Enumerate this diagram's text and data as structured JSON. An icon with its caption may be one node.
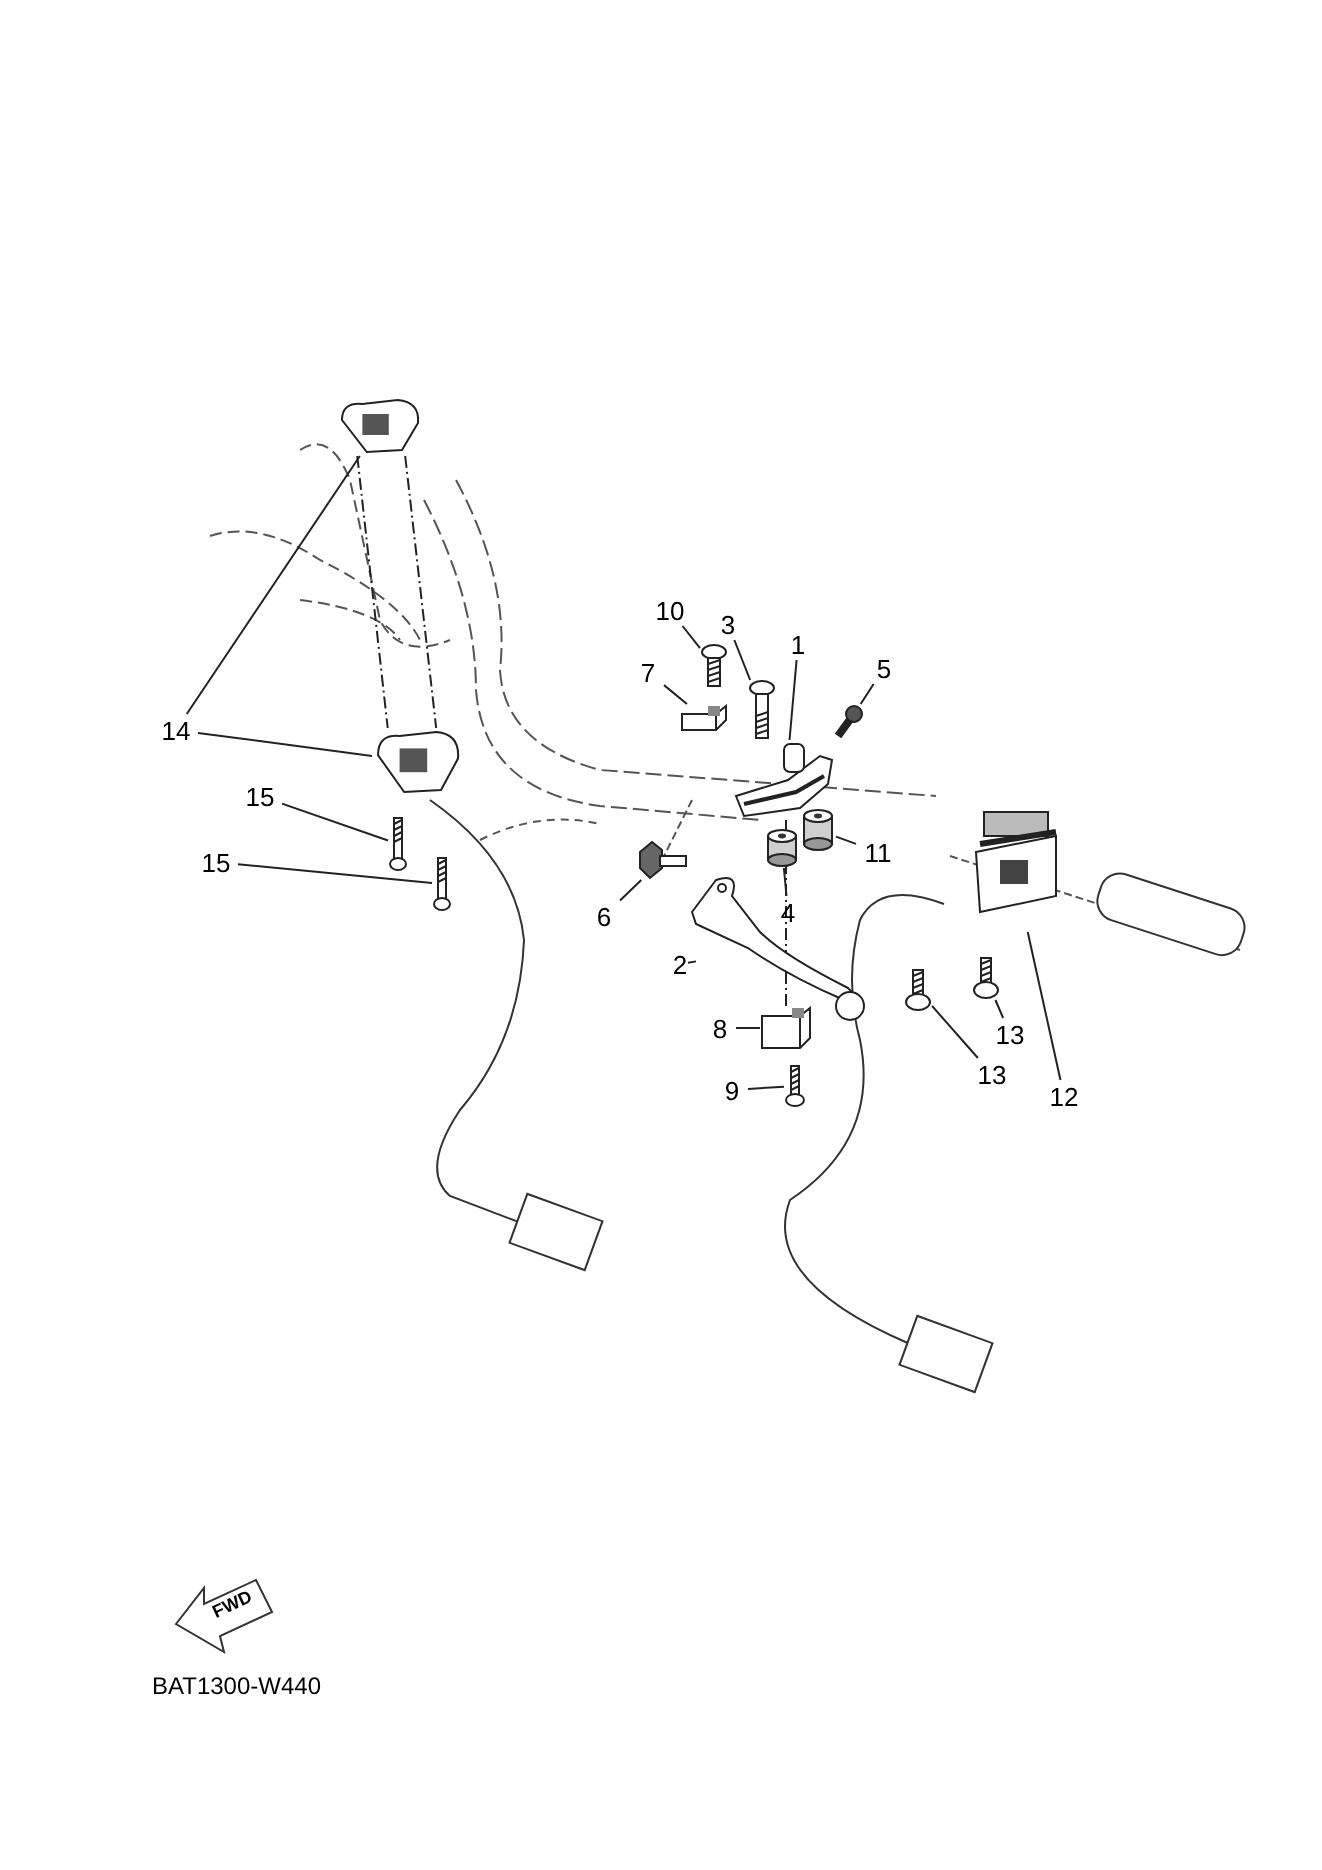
{
  "diagram": {
    "nodes": [
      {
        "text": [
          "10"
        ]
      },
      {
        "text": [],
        "shape": "picture"
      },
      {
        "text": [
          "3"
        ]
      },
      {
        "text": [],
        "shape": "picture"
      },
      {
        "text": [
          "1"
        ]
      },
      {
        "text": [],
        "shape": "picture"
      },
      {
        "text": [
          "5"
        ]
      },
      {
        "text": [],
        "shape": "picture"
      },
      {
        "text": [
          "7"
        ]
      },
      {
        "text": [],
        "shape": "picture"
      },
      {
        "text": [
          "14"
        ]
      },
      {
        "text": [],
        "shape": "picture"
      },
      {
        "text": [],
        "shape": "picture"
      },
      {
        "text": [
          "15"
        ]
      },
      {
        "text": [],
        "shape": "picture"
      },
      {
        "text": [
          "15"
        ]
      },
      {
        "text": [],
        "shape": "picture"
      },
      {
        "text": [
          "11"
        ]
      },
      {
        "text": [],
        "shape": "cylinder"
      },
      {
        "text": [
          "6"
        ]
      },
      {
        "text": [],
        "shape": "picture"
      },
      {
        "text": [
          "4"
        ]
      },
      {
        "text": [],
        "shape": "cylinder"
      },
      {
        "text": [
          "2"
        ]
      },
      {
        "text": [],
        "shape": "picture"
      },
      {
        "text": [
          "8"
        ]
      },
      {
        "text": [],
        "shape": "picture"
      },
      {
        "text": [
          "9"
        ]
      },
      {
        "text": [],
        "shape": "picture"
      },
      {
        "text": [
          "13"
        ]
      },
      {
        "text": [],
        "shape": "picture"
      },
      {
        "text": [
          "13"
        ]
      },
      {
        "text": [],
        "shape": "picture"
      },
      {
        "text": [
          "12"
        ]
      },
      {
        "text": [],
        "shape": "picture"
      }
    ],
    "edges": [
      {
        "from": 0,
        "to": 1,
        "arrow": "none"
      },
      {
        "from": 2,
        "to": 3,
        "arrow": "none"
      },
      {
        "from": 4,
        "to": 5,
        "arrow": "none"
      },
      {
        "from": 6,
        "to": 7,
        "arrow": "none"
      },
      {
        "from": 8,
        "to": 9,
        "arrow": "none"
      },
      {
        "from": 10,
        "to": 11,
        "arrow": "none"
      },
      {
        "from": 10,
        "to": 12,
        "arrow": "none"
      },
      {
        "from": 13,
        "to": 14,
        "arrow": "none"
      },
      {
        "from": 15,
        "to": 16,
        "arrow": "none"
      },
      {
        "from": 17,
        "to": 18,
        "arrow": "none"
      },
      {
        "from": 19,
        "to": 20,
        "arrow": "none"
      },
      {
        "from": 21,
        "to": 22,
        "arrow": "none"
      },
      {
        "from": 23,
        "to": 24,
        "arrow": "none"
      },
      {
        "from": 25,
        "to": 26,
        "arrow": "none"
      },
      {
        "from": 27,
        "to": 28,
        "arrow": "none"
      },
      {
        "from": 29,
        "to": 30,
        "arrow": "none"
      },
      {
        "from": 31,
        "to": 32,
        "arrow": "none"
      },
      {
        "from": 33,
        "to": 34,
        "arrow": "none"
      },
      {
        "from": 11,
        "to": 12,
        "arrow": "none",
        "style": "dashed"
      },
      {
        "from": 11,
        "to": 12,
        "arrow": "none",
        "style": "dashed"
      },
      {
        "from": 26,
        "to": 5,
        "arrow": "none",
        "style": "dashed"
      }
    ],
    "labels": [
      "FWD",
      "BAT1300-W440"
    ]
  }
}
